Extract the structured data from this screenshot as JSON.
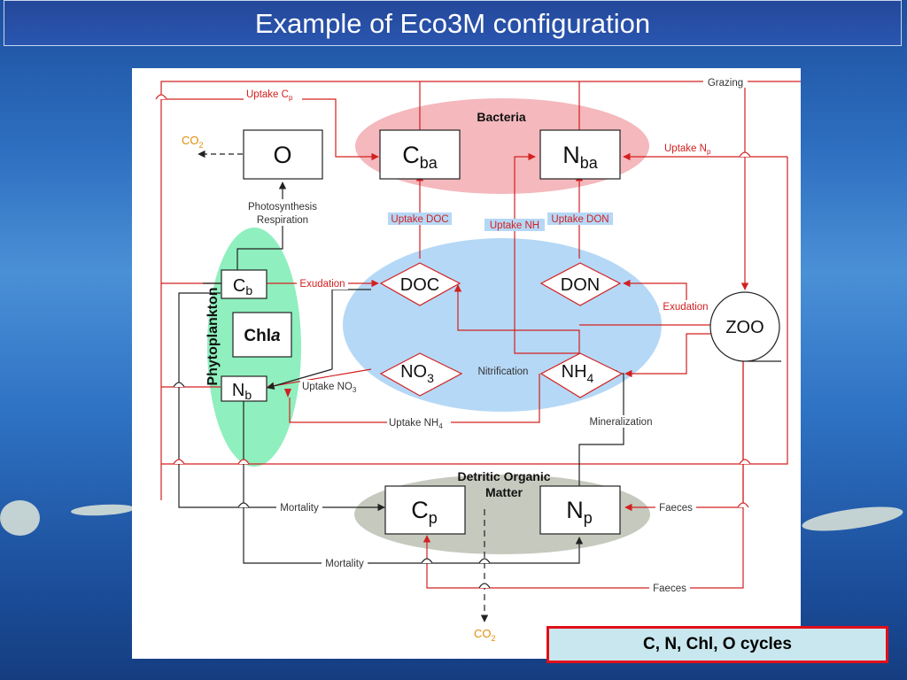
{
  "slide": {
    "title": "Example of Eco3M configuration",
    "caption": "C, N, Chl, O cycles"
  },
  "diagram": {
    "compartments": {
      "bacteria": "Bacteria",
      "phytoplankton": "Phytoplankton",
      "detritus_line1": "Detritic Organic",
      "detritus_line2": "Matter"
    },
    "nodes": {
      "o": "O",
      "c_ba": {
        "main": "C",
        "sub": "ba"
      },
      "n_ba": {
        "main": "N",
        "sub": "ba"
      },
      "c_b": {
        "main": "C",
        "sub": "b"
      },
      "chla": {
        "main": "Chl",
        "italic": "a"
      },
      "n_b": {
        "main": "N",
        "sub": "b"
      },
      "doc": "DOC",
      "don": "DON",
      "no3": {
        "main": "NO",
        "sub": "3"
      },
      "nh4": {
        "main": "NH",
        "sub": "4"
      },
      "zoo": "ZOO",
      "c_p": {
        "main": "C",
        "sub": "p"
      },
      "n_p": {
        "main": "N",
        "sub": "p"
      }
    },
    "labels": {
      "grazing": "Grazing",
      "uptake_cp": {
        "main": "Uptake C",
        "sub": "p"
      },
      "uptake_np": {
        "main": "Uptake N",
        "sub": "p"
      },
      "co2_top": {
        "main": "CO",
        "sub": "2"
      },
      "photosynthesis": "Photosynthesis",
      "respiration": "Respiration",
      "uptake_doc": "Uptake DOC",
      "uptake_nh": "Uptake NH",
      "uptake_don": "Uptake DON",
      "exudation_left": "Exudation",
      "exudation_right": "Exudation",
      "nitrification": "Nitrification",
      "uptake_no3": {
        "main": "Uptake NO",
        "sub": "3"
      },
      "uptake_nh4": {
        "main": "Uptake NH",
        "sub": "4"
      },
      "mineralization": "Mineralization",
      "mortality_1": "Mortality",
      "mortality_2": "Mortality",
      "faeces_1": "Faeces",
      "faeces_2": "Faeces",
      "co2_bottom": {
        "main": "CO",
        "sub": "2"
      }
    },
    "colors": {
      "flow_red": "#d32020",
      "flow_black": "#222222",
      "co2_orange": "#e0900a",
      "bacteria_fill": "#f4b8bd",
      "dissolved_fill": "#b5d8f6",
      "phyto_fill": "#8fefbe",
      "detritus_fill": "#c5c9be"
    }
  }
}
